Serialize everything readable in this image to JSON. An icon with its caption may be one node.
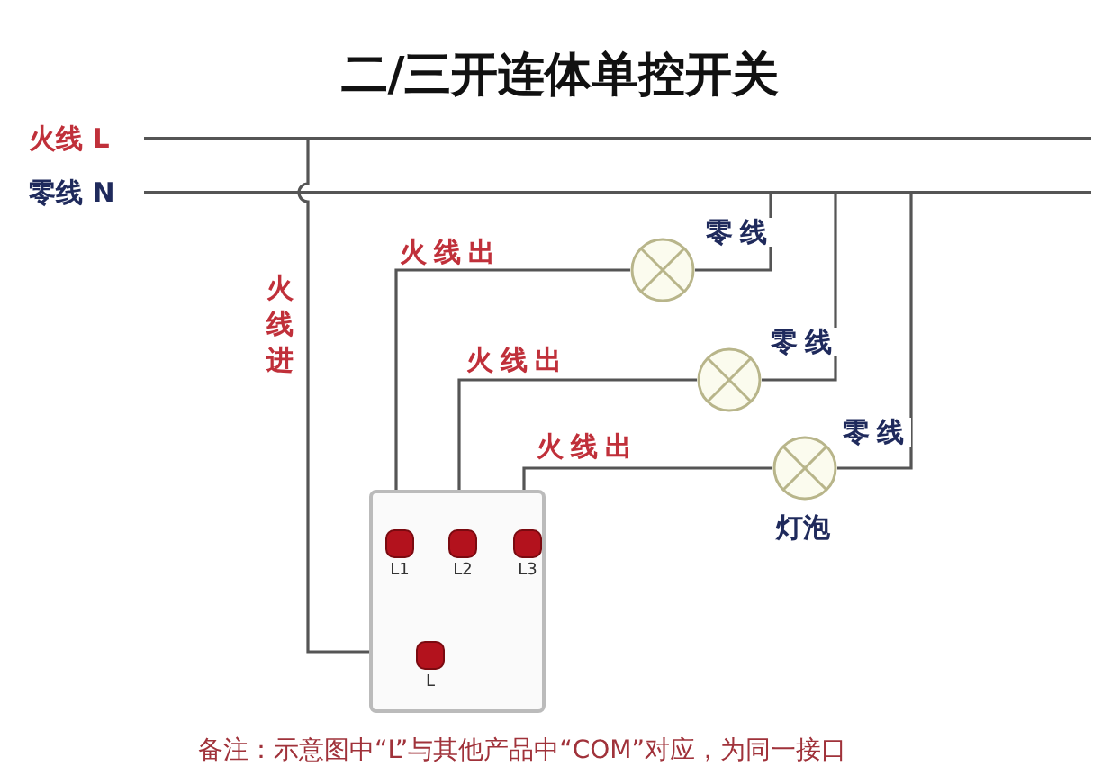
{
  "diagram": {
    "title": "二/三开连体单控开关",
    "caption": "备注：示意图中“L”与其他产品中“COM”对应，为同一接口",
    "nodes": [
      {
        "text": [
          "火线 L"
        ]
      },
      {
        "text": [
          "零线 N"
        ]
      },
      {
        "text": [],
        "shape": "box"
      },
      {
        "text": [
          "L1"
        ],
        "in": 2
      },
      {
        "text": [
          "L2"
        ],
        "in": 2
      },
      {
        "text": [
          "L3"
        ],
        "in": 2
      },
      {
        "text": [
          "L"
        ],
        "in": 2
      },
      {
        "text": [],
        "shape": "circle"
      },
      {
        "text": [],
        "shape": "circle"
      },
      {
        "text": [],
        "shape": "circle",
        "beside": [
          "灯泡"
        ]
      }
    ],
    "edges": [
      {
        "from": 0,
        "to": 6,
        "arrow": "none",
        "label": "火线进"
      },
      {
        "from": 3,
        "to": 7,
        "arrow": "none",
        "label": "火线出"
      },
      {
        "from": 4,
        "to": 8,
        "arrow": "none",
        "label": "火线出"
      },
      {
        "from": 5,
        "to": 9,
        "arrow": "none",
        "label": "火线出"
      },
      {
        "from": 7,
        "to": 1,
        "arrow": "none",
        "label": "零线"
      },
      {
        "from": 8,
        "to": 1,
        "arrow": "none",
        "label": "零线"
      },
      {
        "from": 9,
        "to": 1,
        "arrow": "none",
        "label": "零线"
      }
    ]
  }
}
